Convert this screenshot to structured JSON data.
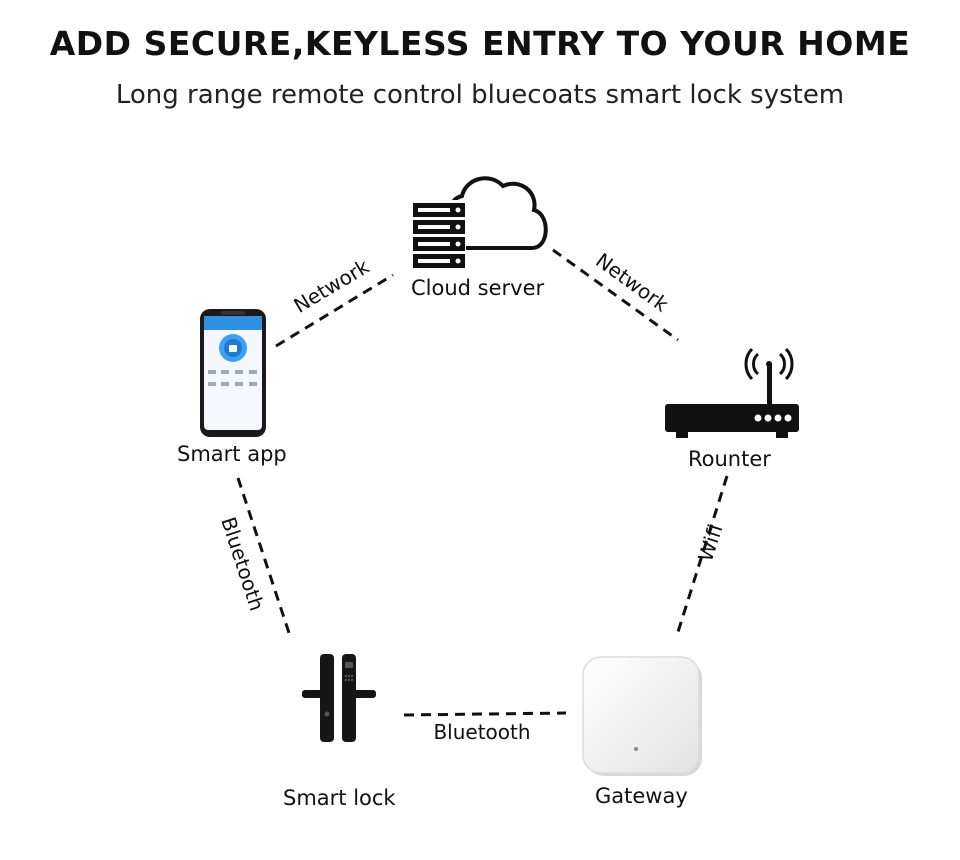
{
  "header": {
    "title": "ADD SECURE,KEYLESS ENTRY TO YOUR HOME",
    "subtitle": "Long range remote control bluecoats smart lock system"
  },
  "nodes": {
    "cloud": "Cloud server",
    "app": "Smart app",
    "router": "Rounter",
    "lock": "Smart lock",
    "gateway": "Gateway"
  },
  "links": {
    "app_cloud": "Network",
    "cloud_router": "Network",
    "app_lock": "Bluetooth",
    "router_gateway": "Wifi",
    "lock_gateway": "Bluetooth"
  },
  "icons": {
    "cloud": "cloud-server-icon",
    "app": "smartphone-icon",
    "router": "wifi-router-icon",
    "lock": "door-lock-icon",
    "gateway": "gateway-hub-icon"
  }
}
